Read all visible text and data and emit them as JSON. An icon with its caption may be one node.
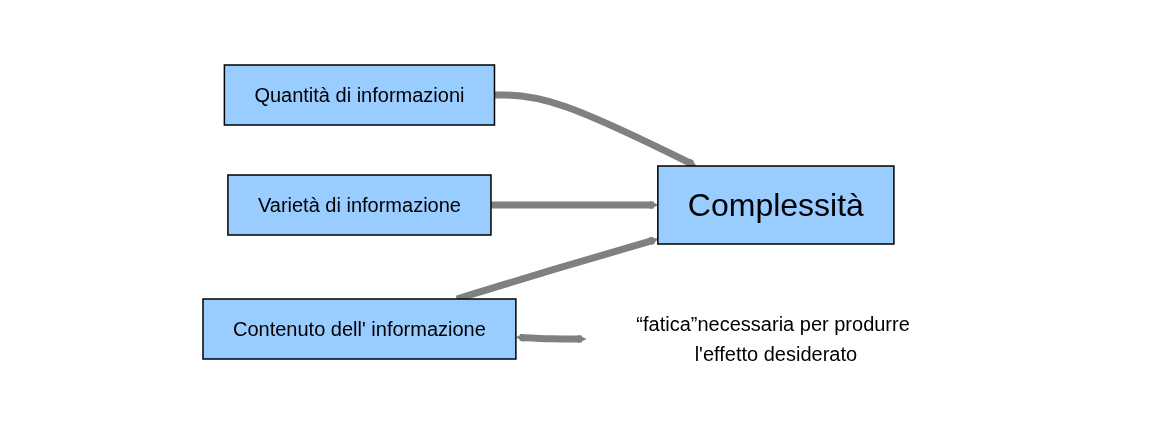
{
  "diagram": {
    "nodes": [
      {
        "text": [
          "Quantità di informazioni"
        ]
      },
      {
        "text": [
          "Complessità"
        ]
      },
      {
        "text": [
          "Varietà di informazione"
        ]
      },
      {
        "text": [
          "Contenuto dell' informazione"
        ]
      },
      {
        "text": [
          "“fatica”necessaria per produrre l'effetto desiderato"
        ]
      }
    ],
    "edges": [
      {
        "from": 0,
        "to": 1,
        "arrow": "to"
      },
      {
        "from": 2,
        "to": 1,
        "arrow": "to"
      },
      {
        "from": 3,
        "to": 1,
        "arrow": "to"
      },
      {
        "from": 3,
        "to": 4,
        "arrow": "both"
      }
    ]
  }
}
